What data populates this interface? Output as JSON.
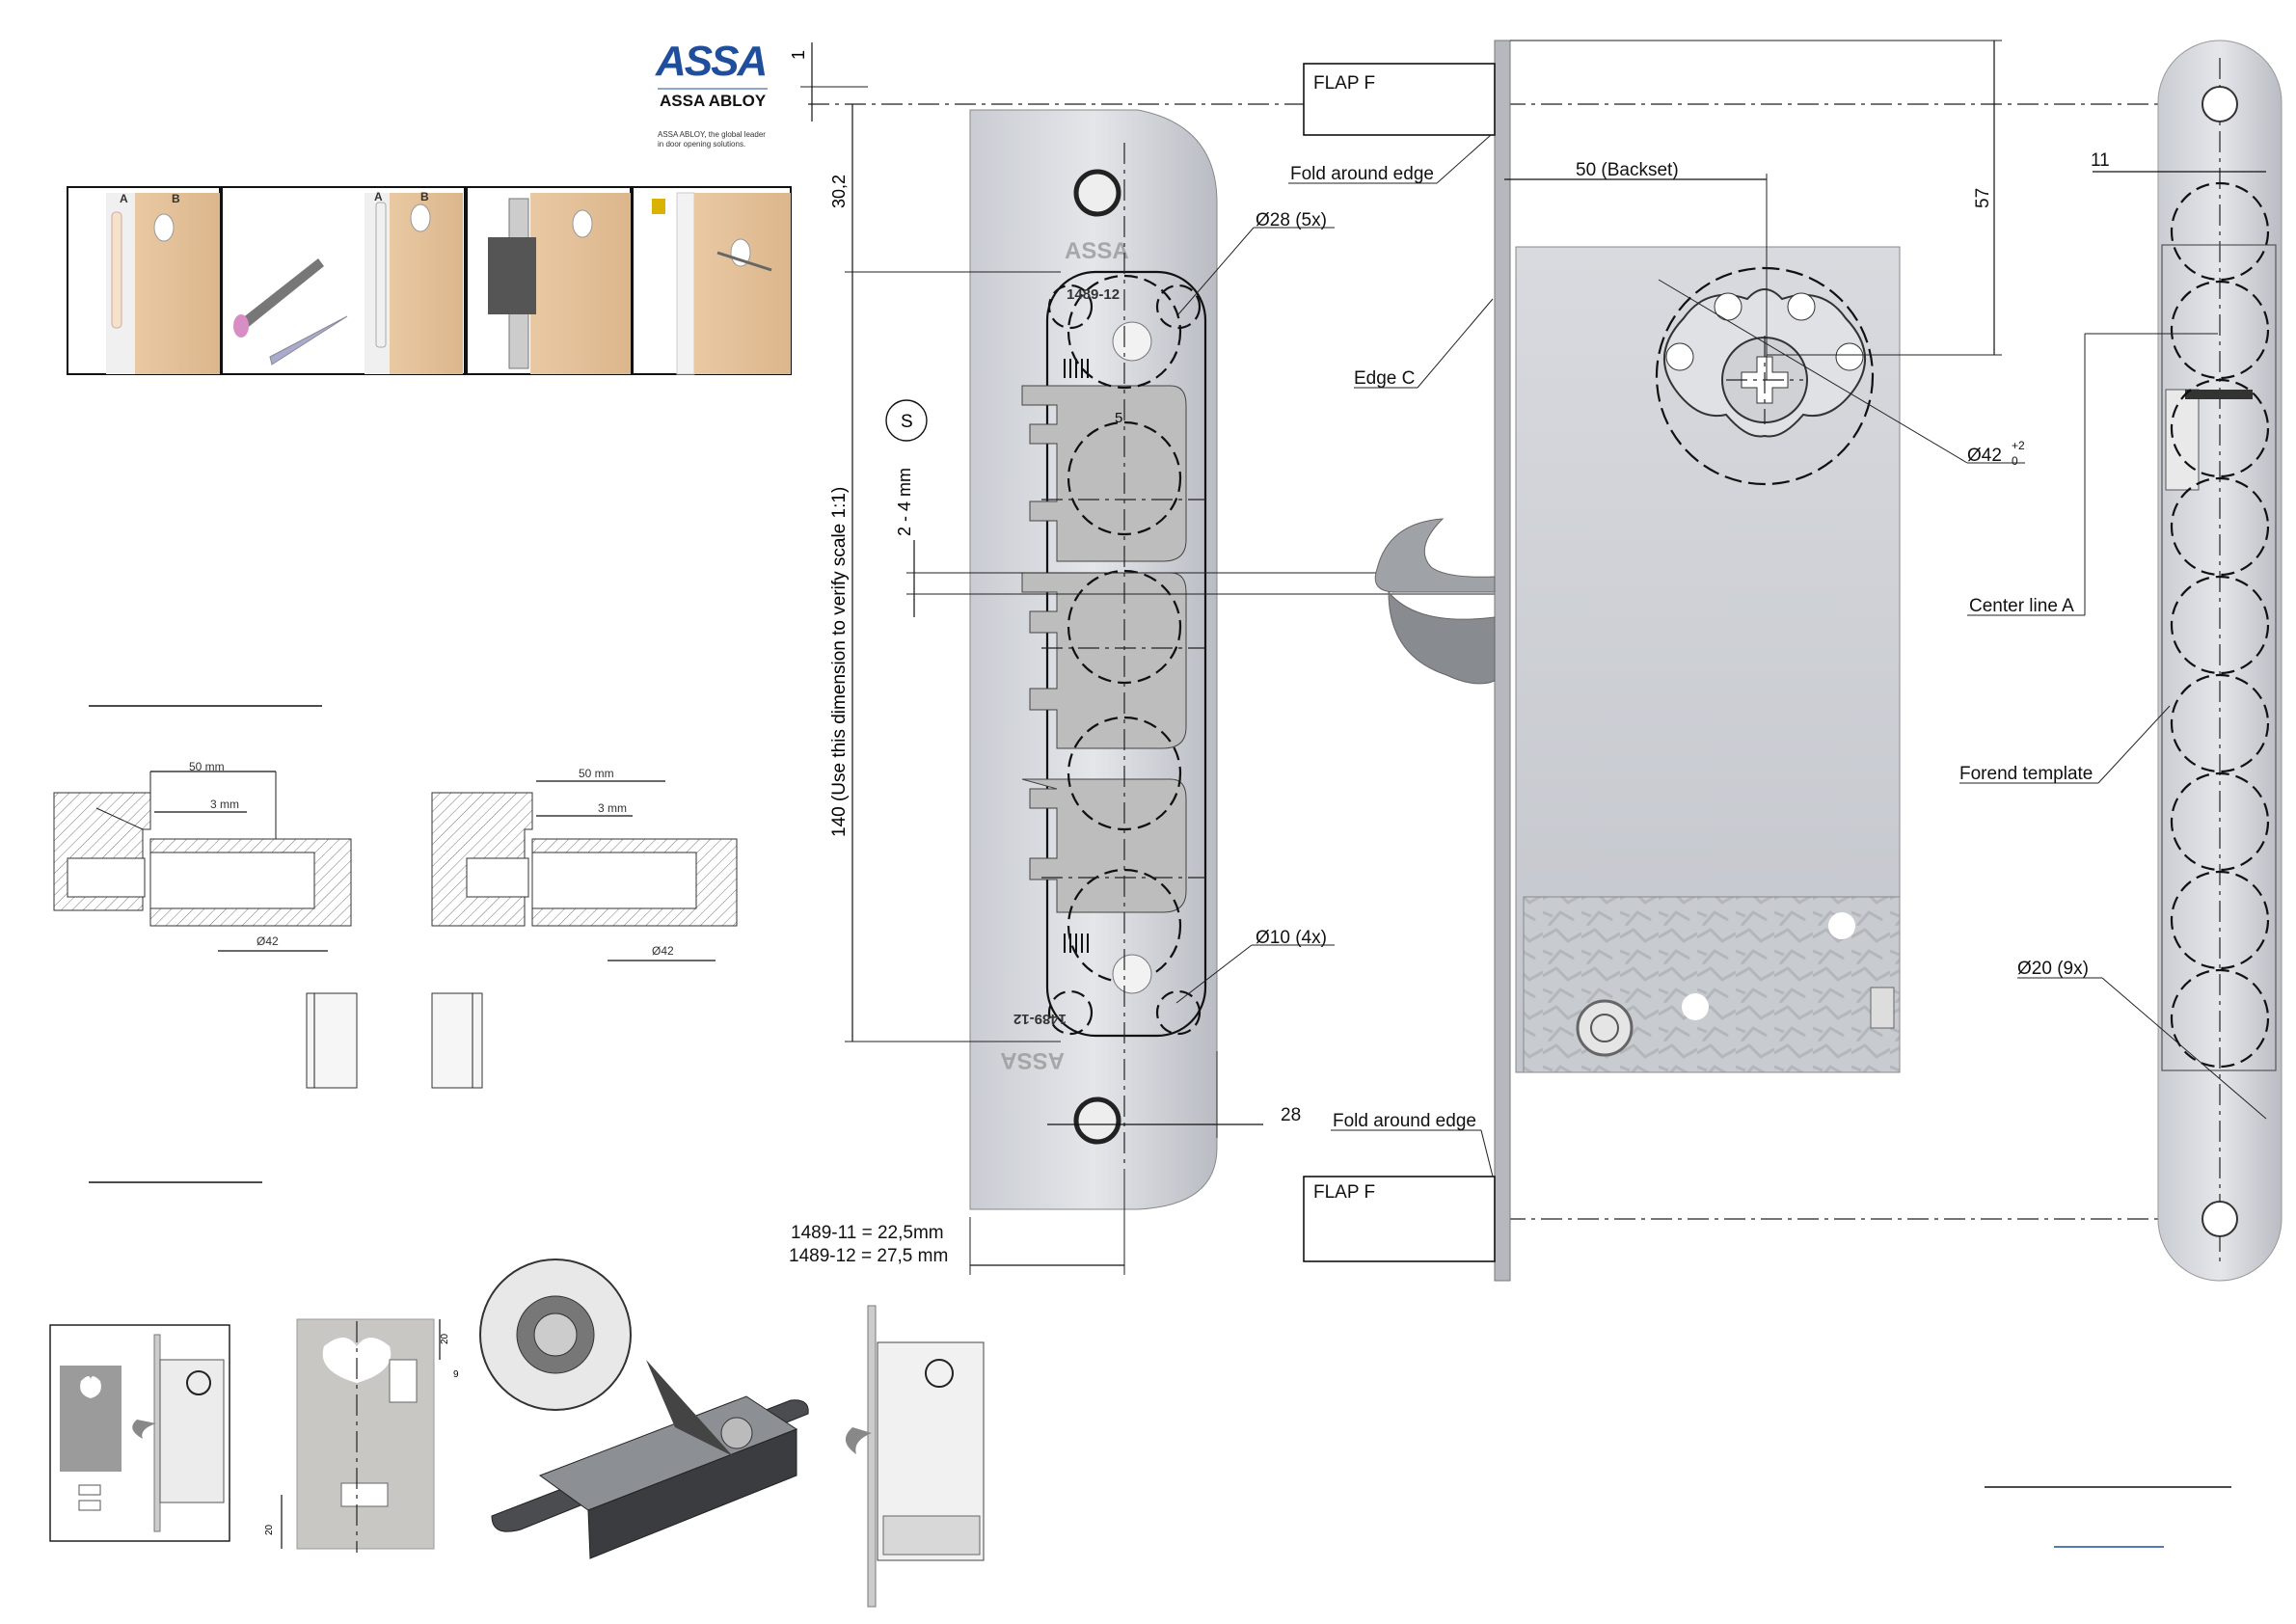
{
  "brand": {
    "logo_text": "ASSA",
    "logo_sub": "ASSA ABLOY",
    "tagline": "ASSA ABLOY, the global leader in door opening solutions.",
    "color": "#1f4e9c"
  },
  "panels_top": {
    "step1": {
      "a": "A",
      "b": "B"
    },
    "step2": {
      "a": "A",
      "b": "B"
    }
  },
  "strike_template": {
    "faceplate_logo": "ASSA",
    "faceplate_code": "1489-12",
    "dimensions": {
      "top_gap": "1",
      "upper": "30,2",
      "scale": "140 (Use this dimension to verify scale 1:1)",
      "gap": "2 - 4 mm",
      "s_mark": "S",
      "hole28": "Ø28 (5x)",
      "hole10": "Ø10 (4x)",
      "width28": "28",
      "variant1": "1489-11 = 22,5mm",
      "variant2": "1489-12 = 27,5 mm",
      "center5": "5"
    }
  },
  "lock_body": {
    "flap_top": "FLAP F",
    "flap_bottom": "FLAP F",
    "fold_top": "Fold around edge",
    "fold_bottom": "Fold around edge",
    "edge": "Edge C",
    "backset": "50 (Backset)",
    "dim57": "57",
    "hole42": "Ø42",
    "tol_plus": "+2",
    "tol_zero": "0"
  },
  "forend": {
    "dim11": "11",
    "centerline": "Center line A",
    "template": "Forend template",
    "hole20": "Ø20 (9x)"
  },
  "sections": {
    "left": {
      "d50": "50 mm",
      "d3": "3 mm",
      "d42": "Ø42"
    },
    "right": {
      "d50": "50 mm",
      "d3": "3 mm",
      "d42": "Ø42"
    }
  },
  "bottom_plate": {
    "d20a": "20",
    "d20b": "20",
    "d9": "9"
  }
}
